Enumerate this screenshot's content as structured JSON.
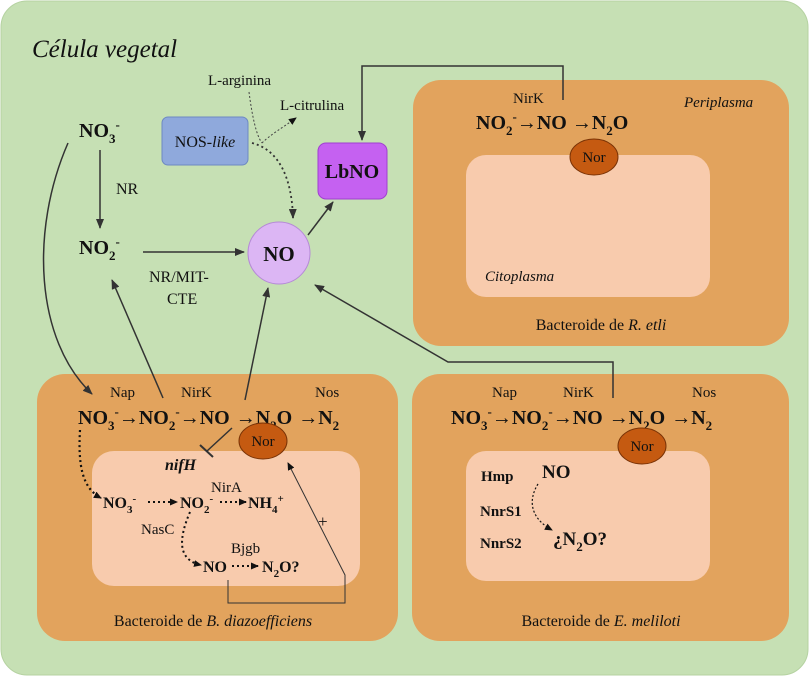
{
  "cell": {
    "title": "Célula vegetal",
    "arginine": "L-arginina",
    "citrulline": "L-citrulina",
    "nos_like_prefix": "NOS-",
    "nos_like_italic": "like",
    "lbno": "LbNO",
    "no": "NO",
    "no3": "NO",
    "no3_sub": "3",
    "no2": "NO",
    "no2_sub": "2",
    "minus": "-",
    "nr": "NR",
    "nr_mit_line1": "NR/MIT-",
    "nr_mit_line2": "CTE"
  },
  "retli": {
    "periplasm": "Periplasma",
    "cytoplasm": "Citoplasma",
    "nirk": "NirK",
    "reaction": [
      "NO",
      "2",
      "-",
      "→NO →N",
      "2",
      "O"
    ],
    "nor": "Nor",
    "caption_prefix": "Bacteroide de ",
    "caption_species": "R. etli"
  },
  "bdiaz": {
    "nap": "Nap",
    "nirk": "NirK",
    "nos": "Nos",
    "nor": "Nor",
    "nifh": "nifH",
    "nira": "NirA",
    "nasc": "NasC",
    "bjgb": "Bjgb",
    "plus": "+",
    "inner_no3": "NO",
    "inner_no2": "NO",
    "inner_nh4": "NH",
    "inner_no": "NO",
    "inner_n2o": "N",
    "inner_n2o_tail": "O?",
    "caption_prefix": "Bacteroide de ",
    "caption_species": "B. diazoefficiens"
  },
  "emeli": {
    "nap": "Nap",
    "nirk": "NirK",
    "nos": "Nos",
    "nor": "Nor",
    "hmp": "Hmp",
    "nnrs1": "NnrS1",
    "nnrs2": "NnrS2",
    "inner_no": "NO",
    "inner_n2o_head": "¿N",
    "inner_n2o_tail": "O?",
    "caption_prefix": "Bacteroide de ",
    "caption_species": "E. meliloti"
  },
  "denitrification": {
    "no3": "NO",
    "s3": "3",
    "no2": "NO",
    "s2": "2",
    "minus": "-",
    "no": "NO",
    "n2o_n": "N",
    "n2o_o": "O",
    "n2": "N",
    "arrow": "→"
  },
  "colors": {
    "cell_bg": "#c6e0b4",
    "bacteroid": "#e2a35d",
    "cytoplasm": "#f8cbad",
    "nor": "#c55a11",
    "no_circle": "#dcb6f4",
    "lbno": "#c561f1",
    "nos_like": "#8fa9dc"
  }
}
